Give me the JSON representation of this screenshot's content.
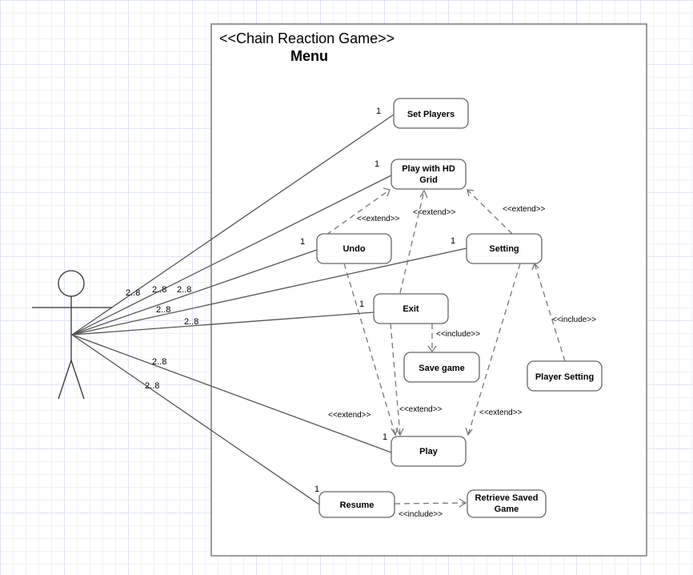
{
  "diagram": {
    "system": {
      "title": "<<Chain Reaction Game>>",
      "subtitle": "Menu"
    },
    "use_cases": {
      "set_players": "Set Players",
      "play_hd_line1": "Play with HD",
      "play_hd_line2": "Grid",
      "undo": "Undo",
      "setting": "Setting",
      "exit": "Exit",
      "save_game": "Save game",
      "player_setting": "Player Setting",
      "play": "Play",
      "resume": "Resume",
      "retrieve_line1": "Retrieve Saved",
      "retrieve_line2": "Game"
    },
    "multiplicities": {
      "set_players": "1",
      "play_hd": "1",
      "undo": "1",
      "setting": "1",
      "exit": "1",
      "play": "1",
      "resume": "1",
      "actor_undo": "2..8",
      "actor_play_hd": "2..8",
      "actor_set_players": "2..8",
      "actor_setting": "2..8",
      "actor_exit": "2..8",
      "actor_play": "2..8",
      "actor_resume": "2..8"
    },
    "relationships": {
      "undo_extends_play_hd": "<<extend>>",
      "exit_extends_play_hd": "<<extend>>",
      "setting_extends_play_hd": "<<extend>>",
      "exit_includes_save_game": "<<include>>",
      "player_setting_includes_setting": "<<include>>",
      "undo_extends_play": "<<extend>>",
      "exit_extends_play": "<<extend>>",
      "setting_extends_play": "<<extend>>",
      "resume_includes_retrieve": "<<include>>"
    }
  }
}
